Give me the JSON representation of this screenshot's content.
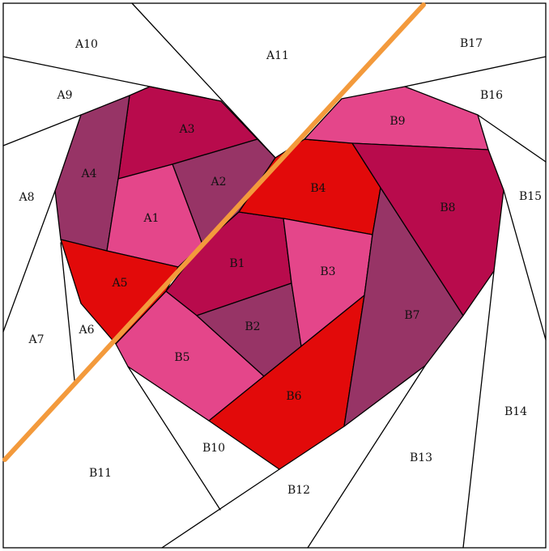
{
  "colors": {
    "magenta_dark": "#B80B4C",
    "pink": "#E4468A",
    "plum": "#973466",
    "red": "#E20A0A",
    "orange_cut_line": "#F39A3C",
    "outline": "#000000",
    "background": "#FFFFFF"
  },
  "labels": {
    "A1": "A1",
    "A2": "A2",
    "A3": "A3",
    "A4": "A4",
    "A5": "A5",
    "A6": "A6",
    "A7": "A7",
    "A8": "A8",
    "A9": "A9",
    "A10": "A10",
    "A11": "A11",
    "B1": "B1",
    "B2": "B2",
    "B3": "B3",
    "B4": "B4",
    "B5": "B5",
    "B6": "B6",
    "B7": "B7",
    "B8": "B8",
    "B9": "B9",
    "B10": "B10",
    "B11": "B11",
    "B12": "B12",
    "B13": "B13",
    "B14": "B14",
    "B15": "B15",
    "B16": "B16",
    "B17": "B17"
  }
}
